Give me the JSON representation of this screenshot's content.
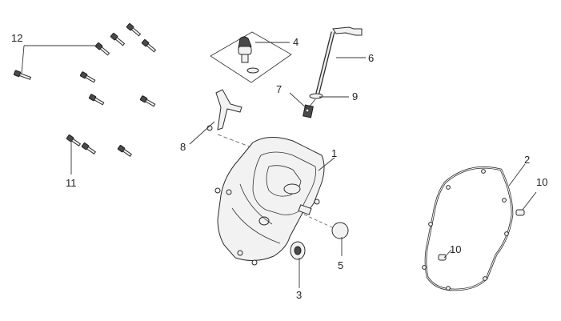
{
  "callouts": {
    "c1": "1",
    "c2": "2",
    "c3": "3",
    "c4": "4",
    "c5": "5",
    "c6": "6",
    "c7": "7",
    "c8": "8",
    "c9": "9",
    "c10a": "10",
    "c10b": "10",
    "c11": "11",
    "c12": "12"
  }
}
